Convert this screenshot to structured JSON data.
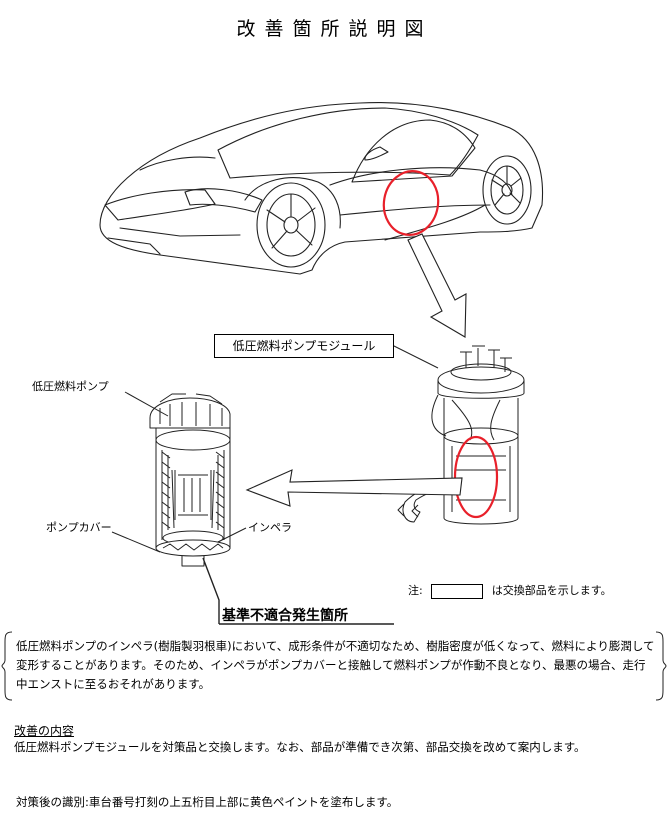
{
  "title": "改善箇所説明図",
  "labels": {
    "module": "低圧燃料ポンプモジュール",
    "pump": "低圧燃料ポンプ",
    "pump_cover": "ポンプカバー",
    "impeller": "インペラ",
    "defect_location": "基準不適合発生箇所"
  },
  "note": {
    "prefix": "注:",
    "suffix": "は交換部品を示します。"
  },
  "description": "低圧燃料ポンプのインペラ(樹脂製羽根車)において、成形条件が不適切なため、樹脂密度が低くなって、燃料により膨潤して変形することがあります。そのため、インペラがポンプカバーと接触して燃料ポンプが作動不良となり、最悪の場合、走行中エンストに至るおそれがあります。",
  "remedy": {
    "heading": "改善の内容",
    "text": "低圧燃料ポンプモジュールを対策品と交換します。なお、部品が準備でき次第、部品交換を改めて案内します。"
  },
  "identification": "対策後の識別:車台番号打刻の上五桁目上部に黄色ペイントを塗布します。",
  "colors": {
    "highlight": "#e8202a",
    "line": "#000000"
  }
}
